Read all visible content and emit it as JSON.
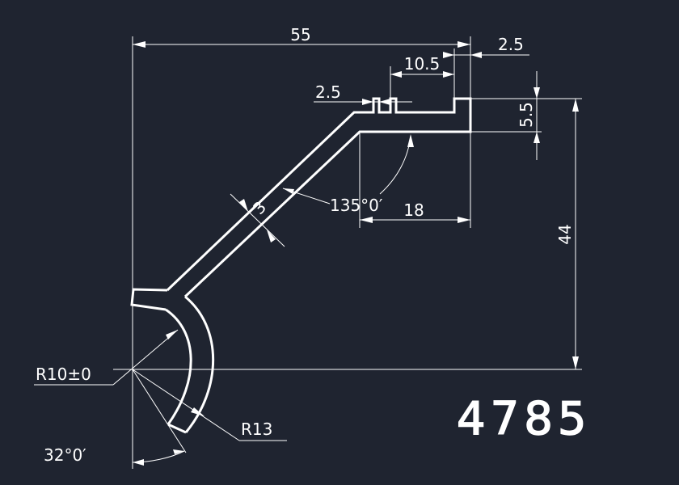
{
  "drawing": {
    "part_number": "4785",
    "dimensions": {
      "overall_width": "55",
      "lip_width": "2.5",
      "slot_width": "10.5",
      "tab_width": "2.5",
      "lip_height": "5.5",
      "overall_height": "44",
      "wall_thickness": "3",
      "bend_angle": "135°0′",
      "top_flat_length": "18",
      "inner_radius": "R10±0",
      "outer_radius": "R13",
      "arc_angle": "32°0′"
    }
  }
}
